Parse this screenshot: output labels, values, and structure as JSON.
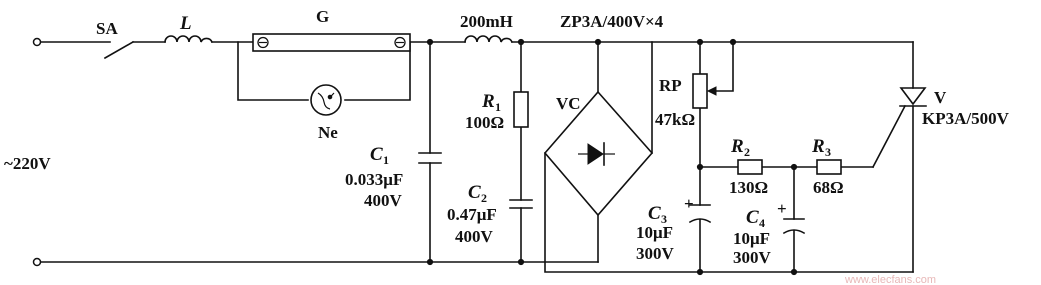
{
  "labels": {
    "switch": "SA",
    "inductor": "L",
    "tube": "G",
    "neon": "Ne",
    "choke": "200mH",
    "bridge_part": "ZP3A/400V×4",
    "bridge": "VC",
    "rp": "RP",
    "rp_value": "47kΩ",
    "scr": "V",
    "scr_part": "KP3A/500V",
    "supply": "~220V",
    "r1": "R",
    "r1_sub": "1",
    "r1_value": "100Ω",
    "c1": "C",
    "c1_sub": "1",
    "c1_value": "0.033μF",
    "c1_rating": "400V",
    "c2": "C",
    "c2_sub": "2",
    "c2_value": "0.47μF",
    "c2_rating": "400V",
    "c3": "C",
    "c3_sub": "3",
    "c3_value": "10μF",
    "c3_rating": "300V",
    "c4": "C",
    "c4_sub": "4",
    "c4_value": "10μF",
    "c4_rating": "300V",
    "r2": "R",
    "r2_sub": "2",
    "r2_value": "130Ω",
    "r3": "R",
    "r3_sub": "3",
    "r3_value": "68Ω",
    "plus": "+",
    "watermark": "www.elecfans.com"
  }
}
